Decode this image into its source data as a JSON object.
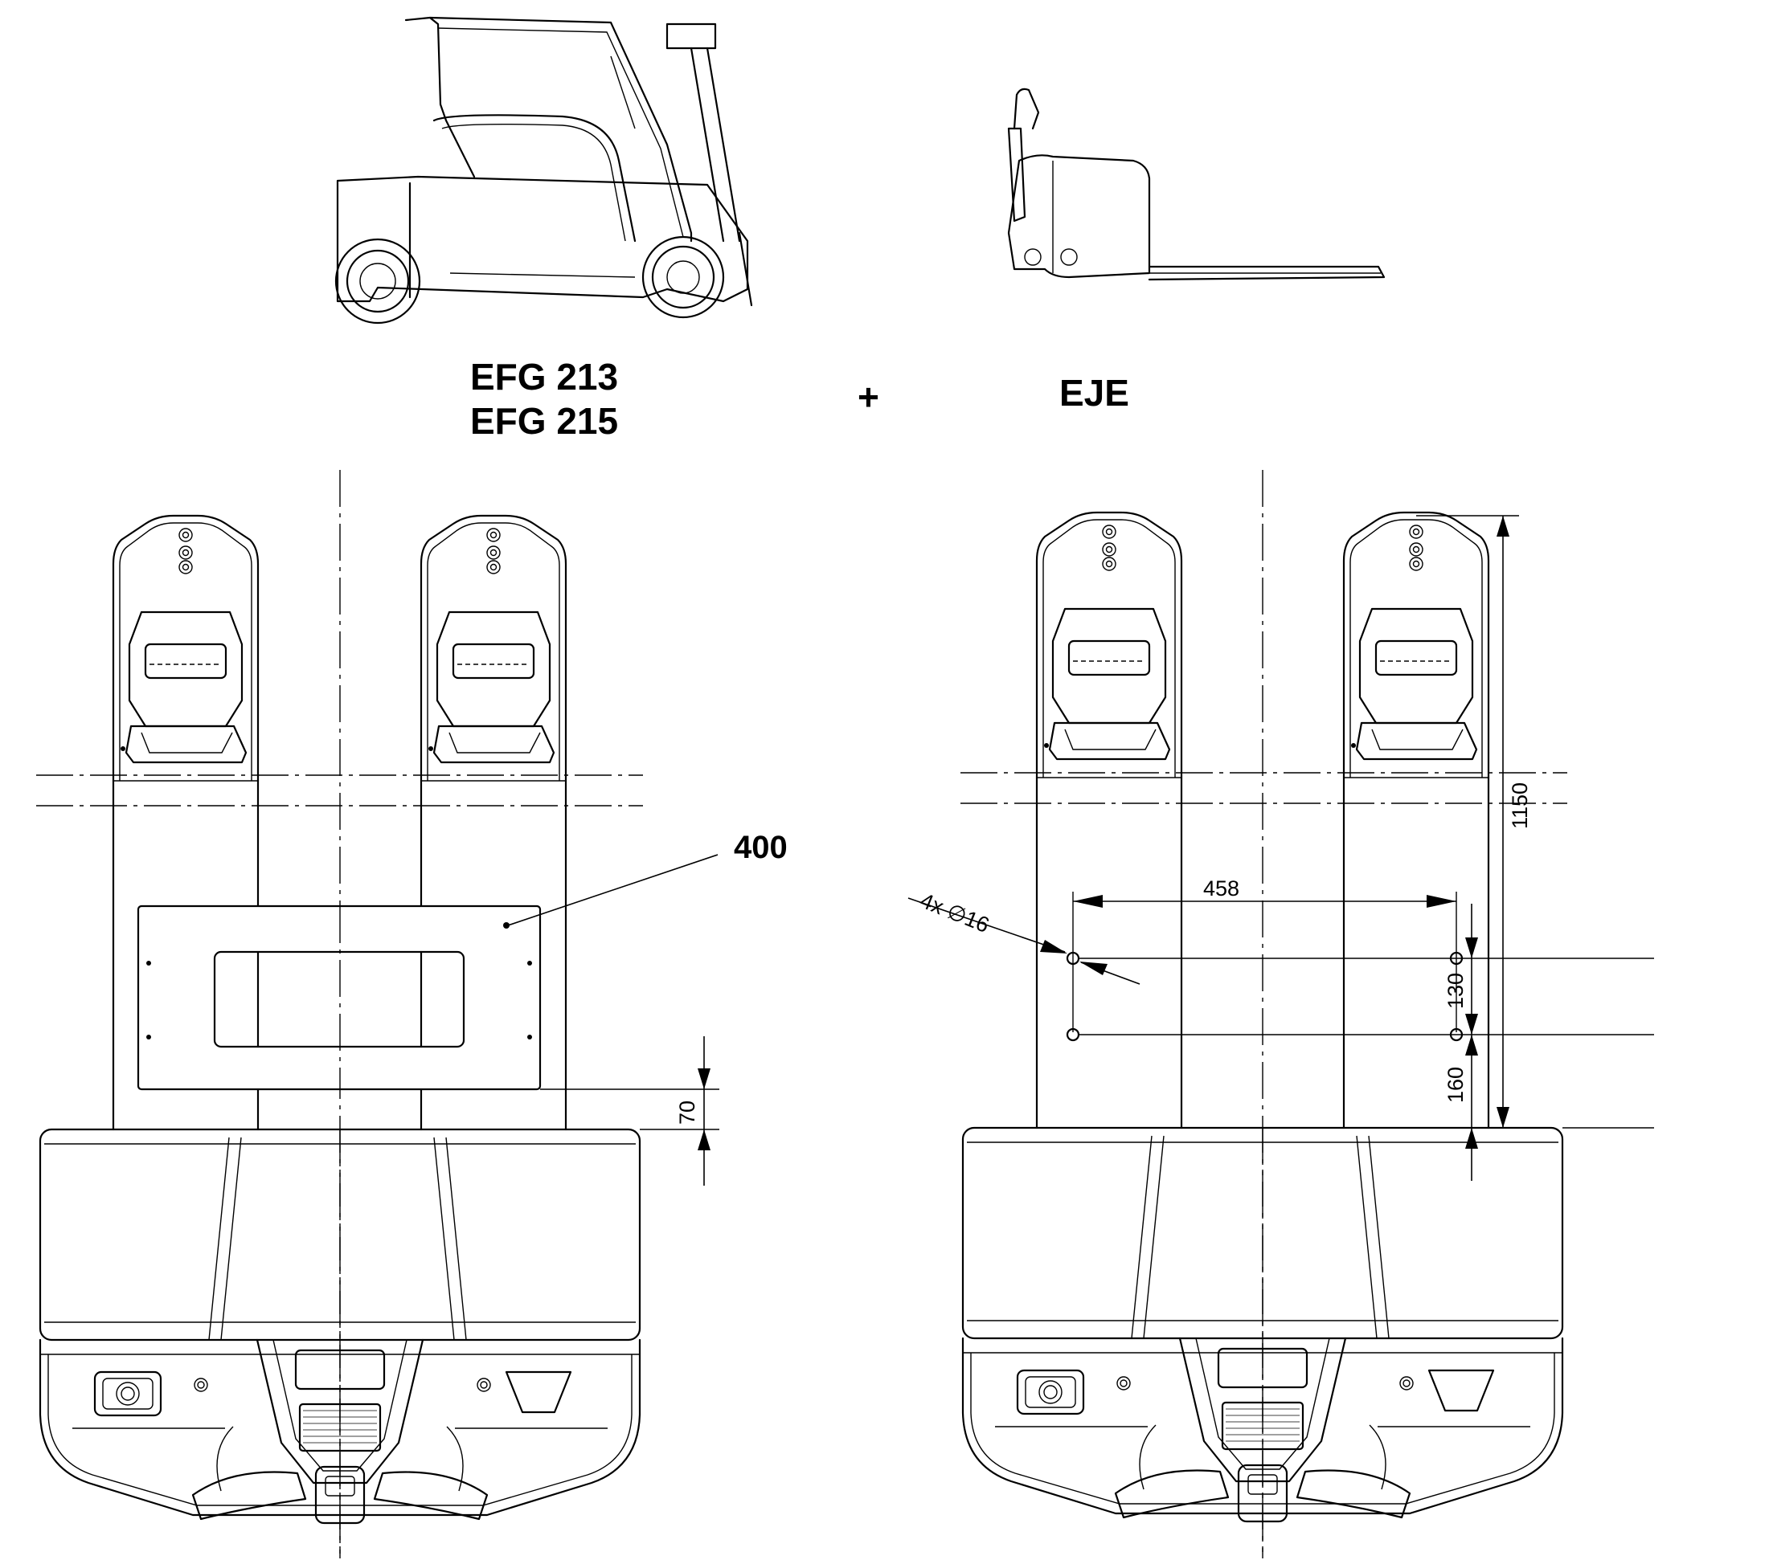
{
  "titles": {
    "left_line1": "EFG 213",
    "left_line2": "EFG 215",
    "plus": "+",
    "right": "EJE"
  },
  "callouts": {
    "plate": "400"
  },
  "dimensions": {
    "hole_spacing": "458",
    "hole_spec": "4x ∅16",
    "total_length": "1150",
    "row_gap": "130",
    "back_offset": "160",
    "plate_offset": "70"
  }
}
